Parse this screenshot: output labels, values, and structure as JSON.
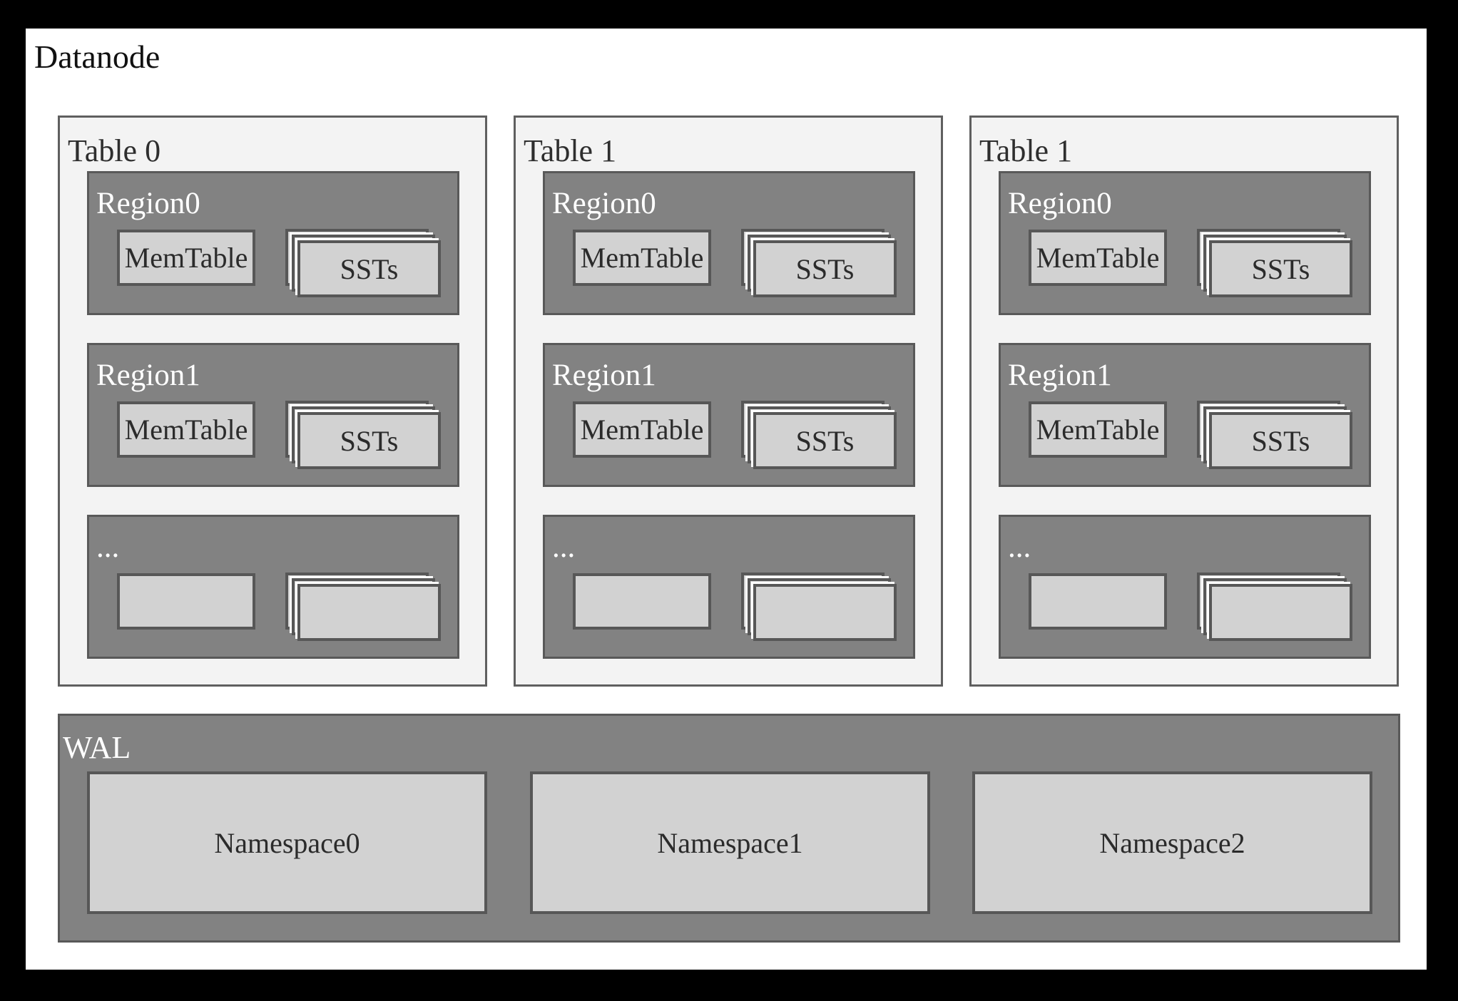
{
  "title": "Datanode",
  "tables": [
    {
      "label": "Table 0",
      "regions": [
        {
          "label": "Region0",
          "memtable_label": "MemTable",
          "ssts_label": "SSTs"
        },
        {
          "label": "Region1",
          "memtable_label": "MemTable",
          "ssts_label": "SSTs"
        },
        {
          "label": "...",
          "memtable_label": "",
          "ssts_label": ""
        }
      ]
    },
    {
      "label": "Table 1",
      "regions": [
        {
          "label": "Region0",
          "memtable_label": "MemTable",
          "ssts_label": "SSTs"
        },
        {
          "label": "Region1",
          "memtable_label": "MemTable",
          "ssts_label": "SSTs"
        },
        {
          "label": "...",
          "memtable_label": "",
          "ssts_label": ""
        }
      ]
    },
    {
      "label": "Table 1",
      "regions": [
        {
          "label": "Region0",
          "memtable_label": "MemTable",
          "ssts_label": "SSTs"
        },
        {
          "label": "Region1",
          "memtable_label": "MemTable",
          "ssts_label": "SSTs"
        },
        {
          "label": "...",
          "memtable_label": "",
          "ssts_label": ""
        }
      ]
    }
  ],
  "wal": {
    "label": "WAL",
    "namespaces": [
      "Namespace0",
      "Namespace1",
      "Namespace2"
    ]
  },
  "colors": {
    "frame": "#000000",
    "canvas": "#ffffff",
    "table_fill": "#f3f3f3",
    "table_border": "#5f5f5f",
    "region_fill": "#828282",
    "region_border": "#595959",
    "box_fill": "#d2d2d2",
    "box_border": "#575757",
    "dark_text": "#2b2b2b",
    "region_label_text": "#ffffff",
    "stack_separator": "#ffffff"
  }
}
